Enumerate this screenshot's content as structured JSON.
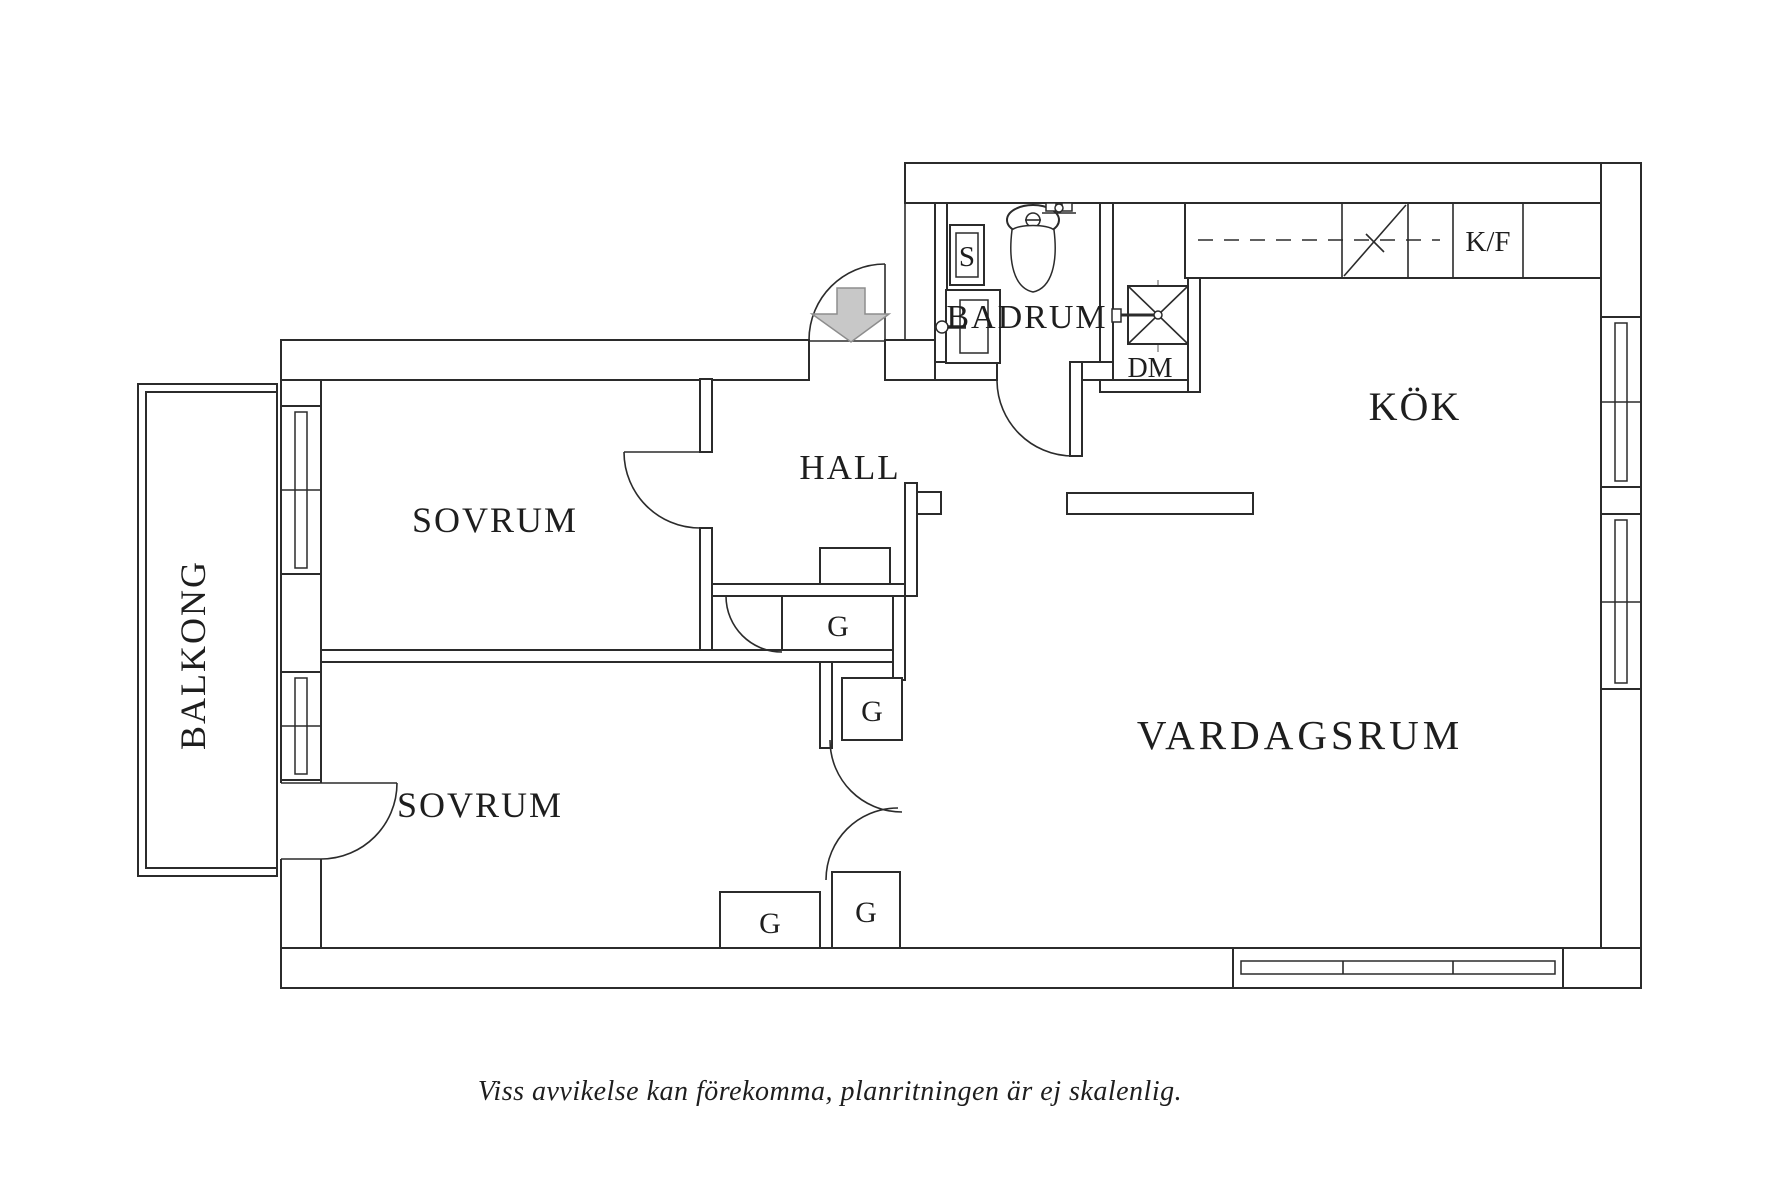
{
  "floorplan": {
    "labels": {
      "balcony": "BALKONG",
      "bedroom_upper": "SOVRUM",
      "bedroom_lower": "SOVRUM",
      "hall": "HALL",
      "bathroom": "BADRUM",
      "kitchen": "KÖK",
      "living_room": "VARDAGSRUM",
      "dishwasher": "DM",
      "fridge_freezer": "K/F",
      "cabinet": "S"
    },
    "wardrobes": [
      "G",
      "G",
      "G",
      "G"
    ],
    "caption": "Viss avvikelse kan förekomma, planritningen är ej skalenlig.",
    "colors": {
      "line": "#2b2b2b",
      "arrow_fill": "#c8c8c8",
      "arrow_stroke": "#8d8d8d",
      "background": "#ffffff"
    }
  }
}
